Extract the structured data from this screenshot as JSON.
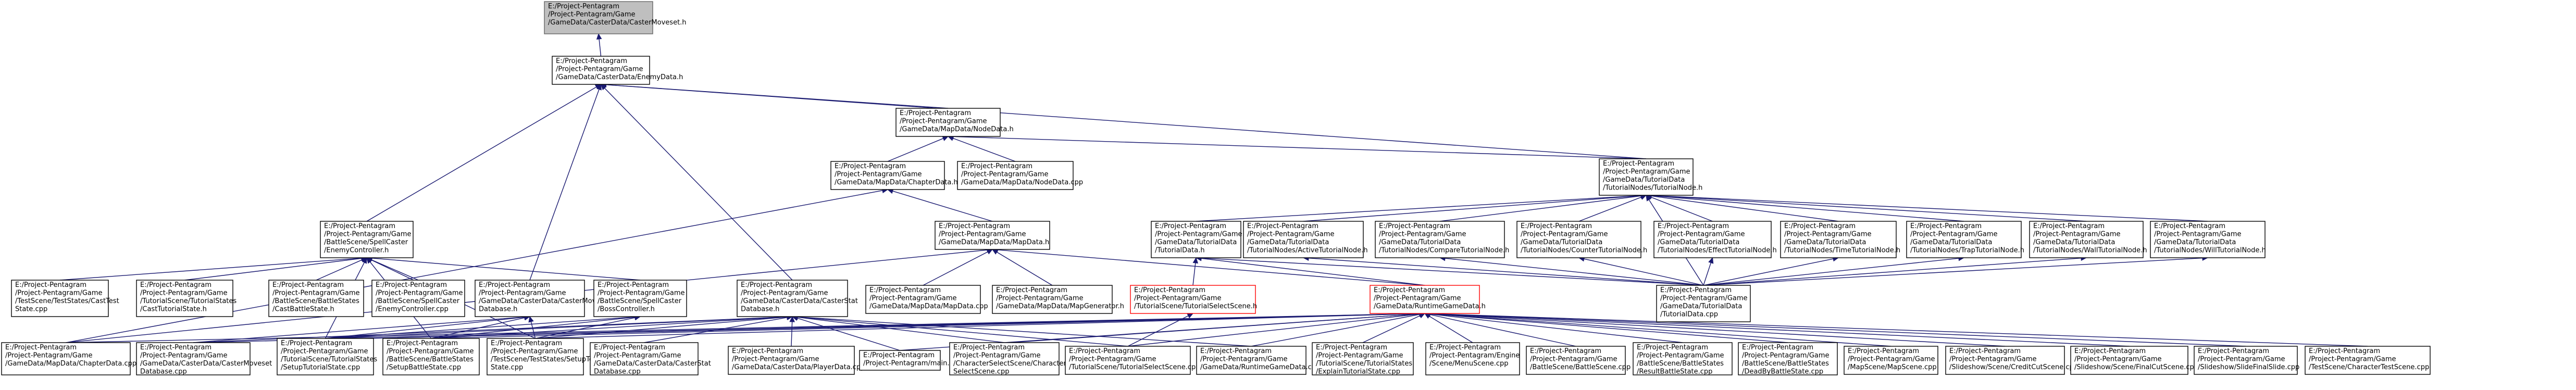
{
  "colors": {
    "edge": "#191970",
    "root_fill": "#bfbfbf",
    "root_stroke": "#666666",
    "node_fill": "#ffffff",
    "node_stroke": "#000000",
    "undocumented_stroke": "#ff0000"
  },
  "nodes": [
    {
      "id": "castermoveset_h",
      "style": "root",
      "lines": [
        "E:/Project-Pentagram",
        "/Project-Pentagram/Game",
        "/GameData/CasterData/CasterMoveset.h"
      ]
    },
    {
      "id": "enemydata_h",
      "lines": [
        "E:/Project-Pentagram",
        "/Project-Pentagram/Game",
        "/GameData/CasterData/EnemyData.h"
      ]
    },
    {
      "id": "mapdata_nodedata_h",
      "lines": [
        "E:/Project-Pentagram",
        "/Project-Pentagram/Game",
        "/GameData/MapData/NodeData.h"
      ]
    },
    {
      "id": "chapterdata_h",
      "lines": [
        "E:/Project-Pentagram",
        "/Project-Pentagram/Game",
        "/GameData/MapData/ChapterData.h"
      ]
    },
    {
      "id": "nodedata_cpp",
      "lines": [
        "E:/Project-Pentagram",
        "/Project-Pentagram/Game",
        "/GameData/MapData/NodeData.cpp"
      ]
    },
    {
      "id": "tutorialnode_h",
      "lines": [
        "E:/Project-Pentagram",
        "/Project-Pentagram/Game",
        "/GameData/TutorialData",
        "/TutorialNodes/TutorialNode.h"
      ]
    },
    {
      "id": "enemycontroller_h",
      "lines": [
        "E:/Project-Pentagram",
        "/Project-Pentagram/Game",
        "/BattleScene/SpellCaster",
        "/EnemyController.h"
      ]
    },
    {
      "id": "mapdata_h",
      "lines": [
        "E:/Project-Pentagram",
        "/Project-Pentagram/Game",
        "/GameData/MapData/MapData.h"
      ]
    },
    {
      "id": "tutorialdata_h",
      "lines": [
        "E:/Project-Pentagram",
        "/Project-Pentagram/Game",
        "/GameData/TutorialData",
        "/TutorialData.h"
      ]
    },
    {
      "id": "activetutorialnode_h",
      "lines": [
        "E:/Project-Pentagram",
        "/Project-Pentagram/Game",
        "/GameData/TutorialData",
        "/TutorialNodes/ActiveTutorialNode.h"
      ]
    },
    {
      "id": "comparetutorialnode_h",
      "lines": [
        "E:/Project-Pentagram",
        "/Project-Pentagram/Game",
        "/GameData/TutorialData",
        "/TutorialNodes/CompareTutorialNode.h"
      ]
    },
    {
      "id": "countertutorialnode_h",
      "lines": [
        "E:/Project-Pentagram",
        "/Project-Pentagram/Game",
        "/GameData/TutorialData",
        "/TutorialNodes/CounterTutorialNode.h"
      ]
    },
    {
      "id": "effecttutorialnode_h",
      "lines": [
        "E:/Project-Pentagram",
        "/Project-Pentagram/Game",
        "/GameData/TutorialData",
        "/TutorialNodes/EffectTutorialNode.h"
      ]
    },
    {
      "id": "timetutorialnode_h",
      "lines": [
        "E:/Project-Pentagram",
        "/Project-Pentagram/Game",
        "/GameData/TutorialData",
        "/TutorialNodes/TimeTutorialNode.h"
      ]
    },
    {
      "id": "traptutorialnode_h",
      "lines": [
        "E:/Project-Pentagram",
        "/Project-Pentagram/Game",
        "/GameData/TutorialData",
        "/TutorialNodes/TrapTutorialNode.h"
      ]
    },
    {
      "id": "walltutorialnode_h",
      "lines": [
        "E:/Project-Pentagram",
        "/Project-Pentagram/Game",
        "/GameData/TutorialData",
        "/TutorialNodes/WallTutorialNode.h"
      ]
    },
    {
      "id": "willtutorialnode_h",
      "lines": [
        "E:/Project-Pentagram",
        "/Project-Pentagram/Game",
        "/GameData/TutorialData",
        "/TutorialNodes/WillTutorialNode.h"
      ]
    },
    {
      "id": "casttest_cpp",
      "lines": [
        "E:/Project-Pentagram",
        "/Project-Pentagram/Game",
        "/TestScene/TestStates/CastTest",
        "State.cpp"
      ]
    },
    {
      "id": "casttutorialstate_h",
      "lines": [
        "E:/Project-Pentagram",
        "/Project-Pentagram/Game",
        "/TutorialScene/TutorialStates",
        "/CastTutorialState.h"
      ]
    },
    {
      "id": "castbattlestate_h",
      "lines": [
        "E:/Project-Pentagram",
        "/Project-Pentagram/Game",
        "/BattleScene/BattleStates",
        "/CastBattleState.h"
      ]
    },
    {
      "id": "enemycontroller_cpp",
      "lines": [
        "E:/Project-Pentagram",
        "/Project-Pentagram/Game",
        "/BattleScene/SpellCaster",
        "/EnemyController.cpp"
      ]
    },
    {
      "id": "castermoveset_db_h",
      "lines": [
        "E:/Project-Pentagram",
        "/Project-Pentagram/Game",
        "/GameData/CasterData/CasterMoveset",
        "Database.h"
      ]
    },
    {
      "id": "bosscontroller_h",
      "lines": [
        "E:/Project-Pentagram",
        "/Project-Pentagram/Game",
        "/BattleScene/SpellCaster",
        "/BossController.h"
      ]
    },
    {
      "id": "casterstatdb_h",
      "lines": [
        "E:/Project-Pentagram",
        "/Project-Pentagram/Game",
        "/GameData/CasterData/CasterStat",
        "Database.h"
      ]
    },
    {
      "id": "mapdata_cpp",
      "lines": [
        "E:/Project-Pentagram",
        "/Project-Pentagram/Game",
        "/GameData/MapData/MapData.cpp"
      ]
    },
    {
      "id": "mapgenerator_h",
      "lines": [
        "E:/Project-Pentagram",
        "/Project-Pentagram/Game",
        "/GameData/MapData/MapGenerator.h"
      ]
    },
    {
      "id": "tutorialselectscene_h",
      "style": "red",
      "lines": [
        "E:/Project-Pentagram",
        "/Project-Pentagram/Game",
        "/TutorialScene/TutorialSelectScene.h"
      ]
    },
    {
      "id": "runtimegamedata_h",
      "style": "red",
      "lines": [
        "E:/Project-Pentagram",
        "/Project-Pentagram/Game",
        "/GameData/RuntimeGameData.h"
      ]
    },
    {
      "id": "tutorialdata_cpp",
      "lines": [
        "E:/Project-Pentagram",
        "/Project-Pentagram/Game",
        "/GameData/TutorialData",
        "/TutorialData.cpp"
      ]
    },
    {
      "id": "chapterdata_cpp",
      "lines": [
        "E:/Project-Pentagram",
        "/Project-Pentagram/Game",
        "/GameData/MapData/ChapterData.cpp"
      ]
    },
    {
      "id": "castermoveset_db_cpp",
      "lines": [
        "E:/Project-Pentagram",
        "/Project-Pentagram/Game",
        "/GameData/CasterData/CasterMoveset",
        "Database.cpp"
      ]
    },
    {
      "id": "setuptutorialstate_cpp",
      "lines": [
        "E:/Project-Pentagram",
        "/Project-Pentagram/Game",
        "/TutorialScene/TutorialStates",
        "/SetupTutorialState.cpp"
      ]
    },
    {
      "id": "setupbattlestate_cpp",
      "lines": [
        "E:/Project-Pentagram",
        "/Project-Pentagram/Game",
        "/BattleScene/BattleStates",
        "/SetupBattleState.cpp"
      ]
    },
    {
      "id": "setuptest_cpp",
      "lines": [
        "E:/Project-Pentagram",
        "/Project-Pentagram/Game",
        "/TestScene/TestStates/SetupTest",
        "State.cpp"
      ]
    },
    {
      "id": "casterstatdb_cpp",
      "lines": [
        "E:/Project-Pentagram",
        "/Project-Pentagram/Game",
        "/GameData/CasterData/CasterStat",
        "Database.cpp"
      ]
    },
    {
      "id": "playerdata_cpp",
      "lines": [
        "E:/Project-Pentagram",
        "/Project-Pentagram/Game",
        "/GameData/CasterData/PlayerData.cpp"
      ]
    },
    {
      "id": "main_cpp",
      "lines": [
        "E:/Project-Pentagram",
        "/Project-Pentagram/main.cpp"
      ]
    },
    {
      "id": "characterselectscene_cpp",
      "lines": [
        "E:/Project-Pentagram",
        "/Project-Pentagram/Game",
        "/CharacterSelectScene/Character",
        "SelectScene.cpp"
      ]
    },
    {
      "id": "tutorialselectscene_cpp",
      "lines": [
        "E:/Project-Pentagram",
        "/Project-Pentagram/Game",
        "/TutorialScene/TutorialSelectScene.cpp"
      ]
    },
    {
      "id": "runtimegamedata_cpp",
      "lines": [
        "E:/Project-Pentagram",
        "/Project-Pentagram/Game",
        "/GameData/RuntimeGameData.cpp"
      ]
    },
    {
      "id": "explaintutorialstate_cpp",
      "lines": [
        "E:/Project-Pentagram",
        "/Project-Pentagram/Game",
        "/TutorialScene/TutorialStates",
        "/ExplainTutorialState.cpp"
      ]
    },
    {
      "id": "menuscene_cpp",
      "lines": [
        "E:/Project-Pentagram",
        "/Project-Pentagram/Engine",
        "/Scene/MenuScene.cpp"
      ]
    },
    {
      "id": "battlescene_cpp",
      "lines": [
        "E:/Project-Pentagram",
        "/Project-Pentagram/Game",
        "/BattleScene/BattleScene.cpp"
      ]
    },
    {
      "id": "resultbattlestate_cpp",
      "lines": [
        "E:/Project-Pentagram",
        "/Project-Pentagram/Game",
        "/BattleScene/BattleStates",
        "/ResultBattleState.cpp"
      ]
    },
    {
      "id": "deadbybattlestate_cpp",
      "lines": [
        "E:/Project-Pentagram",
        "/Project-Pentagram/Game",
        "/BattleScene/BattleStates",
        "/DeadByBattleState.cpp"
      ]
    },
    {
      "id": "mapscene_cpp",
      "lines": [
        "E:/Project-Pentagram",
        "/Project-Pentagram/Game",
        "/MapScene/MapScene.cpp"
      ]
    },
    {
      "id": "creditcutscene_cpp",
      "lines": [
        "E:/Project-Pentagram",
        "/Project-Pentagram/Game",
        "/Slideshow/Scene/CreditCutScene.cpp"
      ]
    },
    {
      "id": "finalcutscene_cpp",
      "lines": [
        "E:/Project-Pentagram",
        "/Project-Pentagram/Game",
        "/Slideshow/Scene/FinalCutScene.cpp"
      ]
    },
    {
      "id": "slidefinalslide_cpp",
      "lines": [
        "E:/Project-Pentagram",
        "/Project-Pentagram/Game",
        "/Slideshow/SlideFinalSlide.cpp"
      ]
    },
    {
      "id": "testscene_cpp",
      "lines": [
        "E:/Project-Pentagram",
        "/Project-Pentagram/Game",
        "/TestScene/CharacterTestScene.cpp"
      ]
    }
  ],
  "edges": [
    [
      "castermoveset_h",
      "enemydata_h"
    ],
    [
      "enemydata_h",
      "mapdata_nodedata_h"
    ],
    [
      "enemydata_h",
      "enemycontroller_h"
    ],
    [
      "enemydata_h",
      "castermoveset_db_h"
    ],
    [
      "enemydata_h",
      "casterstatdb_h"
    ],
    [
      "enemydata_h",
      "tutorialnode_h"
    ],
    [
      "mapdata_nodedata_h",
      "chapterdata_h"
    ],
    [
      "mapdata_nodedata_h",
      "nodedata_cpp"
    ],
    [
      "mapdata_nodedata_h",
      "tutorialnode_h"
    ],
    [
      "chapterdata_h",
      "mapdata_h"
    ],
    [
      "chapterdata_h",
      "chapterdata_cpp"
    ],
    [
      "tutorialnode_h",
      "tutorialdata_h"
    ],
    [
      "tutorialnode_h",
      "activetutorialnode_h"
    ],
    [
      "tutorialnode_h",
      "comparetutorialnode_h"
    ],
    [
      "tutorialnode_h",
      "countertutorialnode_h"
    ],
    [
      "tutorialnode_h",
      "effecttutorialnode_h"
    ],
    [
      "tutorialnode_h",
      "timetutorialnode_h"
    ],
    [
      "tutorialnode_h",
      "traptutorialnode_h"
    ],
    [
      "tutorialnode_h",
      "walltutorialnode_h"
    ],
    [
      "tutorialnode_h",
      "willtutorialnode_h"
    ],
    [
      "tutorialnode_h",
      "tutorialdata_cpp"
    ],
    [
      "enemycontroller_h",
      "casttest_cpp"
    ],
    [
      "enemycontroller_h",
      "casttutorialstate_h"
    ],
    [
      "enemycontroller_h",
      "castbattlestate_h"
    ],
    [
      "enemycontroller_h",
      "enemycontroller_cpp"
    ],
    [
      "enemycontroller_h",
      "bosscontroller_h"
    ],
    [
      "enemycontroller_h",
      "setuptutorialstate_cpp"
    ],
    [
      "enemycontroller_h",
      "setupbattlestate_cpp"
    ],
    [
      "enemycontroller_h",
      "setuptest_cpp"
    ],
    [
      "mapdata_h",
      "mapdata_cpp"
    ],
    [
      "mapdata_h",
      "mapgenerator_h"
    ],
    [
      "mapdata_h",
      "runtimegamedata_h"
    ],
    [
      "mapdata_h",
      "chapterdata_cpp"
    ],
    [
      "tutorialdata_h",
      "tutorialselectscene_h"
    ],
    [
      "tutorialdata_h",
      "runtimegamedata_h"
    ],
    [
      "tutorialdata_h",
      "tutorialdata_cpp"
    ],
    [
      "activetutorialnode_h",
      "tutorialdata_cpp"
    ],
    [
      "comparetutorialnode_h",
      "tutorialdata_cpp"
    ],
    [
      "countertutorialnode_h",
      "tutorialdata_cpp"
    ],
    [
      "effecttutorialnode_h",
      "tutorialdata_cpp"
    ],
    [
      "timetutorialnode_h",
      "tutorialdata_cpp"
    ],
    [
      "traptutorialnode_h",
      "tutorialdata_cpp"
    ],
    [
      "walltutorialnode_h",
      "tutorialdata_cpp"
    ],
    [
      "willtutorialnode_h",
      "tutorialdata_cpp"
    ],
    [
      "tutorialselectscene_h",
      "tutorialselectscene_cpp"
    ],
    [
      "castermoveset_db_h",
      "castermoveset_db_cpp"
    ],
    [
      "castermoveset_db_h",
      "setuptutorialstate_cpp"
    ],
    [
      "castermoveset_db_h",
      "setupbattlestate_cpp"
    ],
    [
      "castermoveset_db_h",
      "setuptest_cpp"
    ],
    [
      "bosscontroller_h",
      "setuptutorialstate_cpp"
    ],
    [
      "bosscontroller_h",
      "setupbattlestate_cpp"
    ],
    [
      "bosscontroller_h",
      "setuptest_cpp"
    ],
    [
      "casterstatdb_h",
      "castermoveset_db_cpp"
    ],
    [
      "casterstatdb_h",
      "setuptutorialstate_cpp"
    ],
    [
      "casterstatdb_h",
      "setupbattlestate_cpp"
    ],
    [
      "casterstatdb_h",
      "setuptest_cpp"
    ],
    [
      "casterstatdb_h",
      "casterstatdb_cpp"
    ],
    [
      "casterstatdb_h",
      "playerdata_cpp"
    ],
    [
      "casterstatdb_h",
      "main_cpp"
    ],
    [
      "casterstatdb_h",
      "characterselectscene_cpp"
    ],
    [
      "casterstatdb_h",
      "tutorialselectscene_cpp"
    ],
    [
      "casterstatdb_h",
      "runtimegamedata_cpp"
    ],
    [
      "runtimegamedata_h",
      "chapterdata_cpp"
    ],
    [
      "runtimegamedata_h",
      "castermoveset_db_cpp"
    ],
    [
      "runtimegamedata_h",
      "setuptutorialstate_cpp"
    ],
    [
      "runtimegamedata_h",
      "setupbattlestate_cpp"
    ],
    [
      "runtimegamedata_h",
      "setuptest_cpp"
    ],
    [
      "runtimegamedata_h",
      "main_cpp"
    ],
    [
      "runtimegamedata_h",
      "characterselectscene_cpp"
    ],
    [
      "runtimegamedata_h",
      "tutorialselectscene_cpp"
    ],
    [
      "runtimegamedata_h",
      "runtimegamedata_cpp"
    ],
    [
      "runtimegamedata_h",
      "explaintutorialstate_cpp"
    ],
    [
      "runtimegamedata_h",
      "menuscene_cpp"
    ],
    [
      "runtimegamedata_h",
      "battlescene_cpp"
    ],
    [
      "runtimegamedata_h",
      "resultbattlestate_cpp"
    ],
    [
      "runtimegamedata_h",
      "deadbybattlestate_cpp"
    ],
    [
      "runtimegamedata_h",
      "mapscene_cpp"
    ],
    [
      "runtimegamedata_h",
      "creditcutscene_cpp"
    ],
    [
      "runtimegamedata_h",
      "finalcutscene_cpp"
    ],
    [
      "runtimegamedata_h",
      "slidefinalslide_cpp"
    ],
    [
      "runtimegamedata_h",
      "testscene_cpp"
    ]
  ]
}
